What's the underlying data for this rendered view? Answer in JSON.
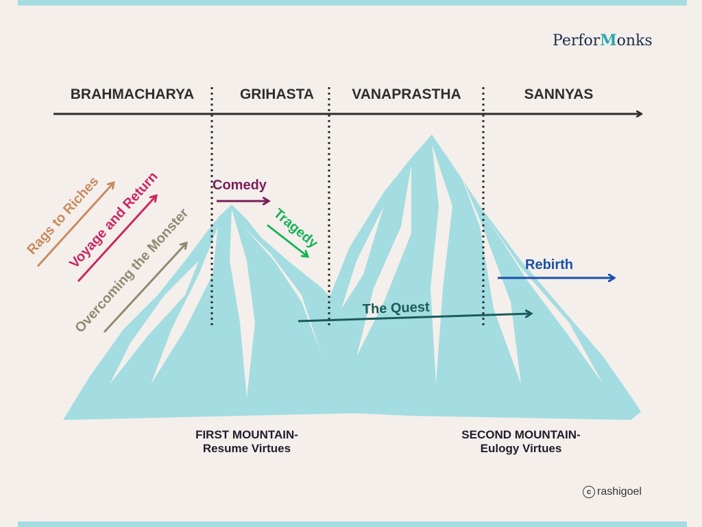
{
  "brand": {
    "prefix": "Perfor",
    "accent": "M",
    "suffix": "onks"
  },
  "stages": [
    "BRAHMACHARYA",
    "GRIHASTA",
    "VANAPRASTHA",
    "SANNYAS"
  ],
  "plots": {
    "rags_to_riches": {
      "label": "Rags to Riches",
      "color": "#c98a5f"
    },
    "voyage_and_return": {
      "label": "Voyage and Return",
      "color": "#cc2462"
    },
    "overcoming_the_monster": {
      "label": "Overcoming the Monster",
      "color": "#8f8a70"
    },
    "comedy": {
      "label": "Comedy",
      "color": "#7a1d57"
    },
    "tragedy": {
      "label": "Tragedy",
      "color": "#16b35a"
    },
    "the_quest": {
      "label": "The Quest",
      "color": "#185b58"
    },
    "rebirth": {
      "label": "Rebirth",
      "color": "#1a4fa8"
    }
  },
  "mountains": {
    "first": {
      "title": "FIRST MOUNTAIN-",
      "subtitle": "Resume Virtues"
    },
    "second": {
      "title": "SECOND MOUNTAIN-",
      "subtitle": "Eulogy Virtues"
    }
  },
  "credit": {
    "symbol": "c",
    "name": "rashigoel"
  },
  "colors": {
    "mountain": "#a3dce1",
    "snow": "#f4efeb",
    "timeline": "#2e2e2e"
  }
}
